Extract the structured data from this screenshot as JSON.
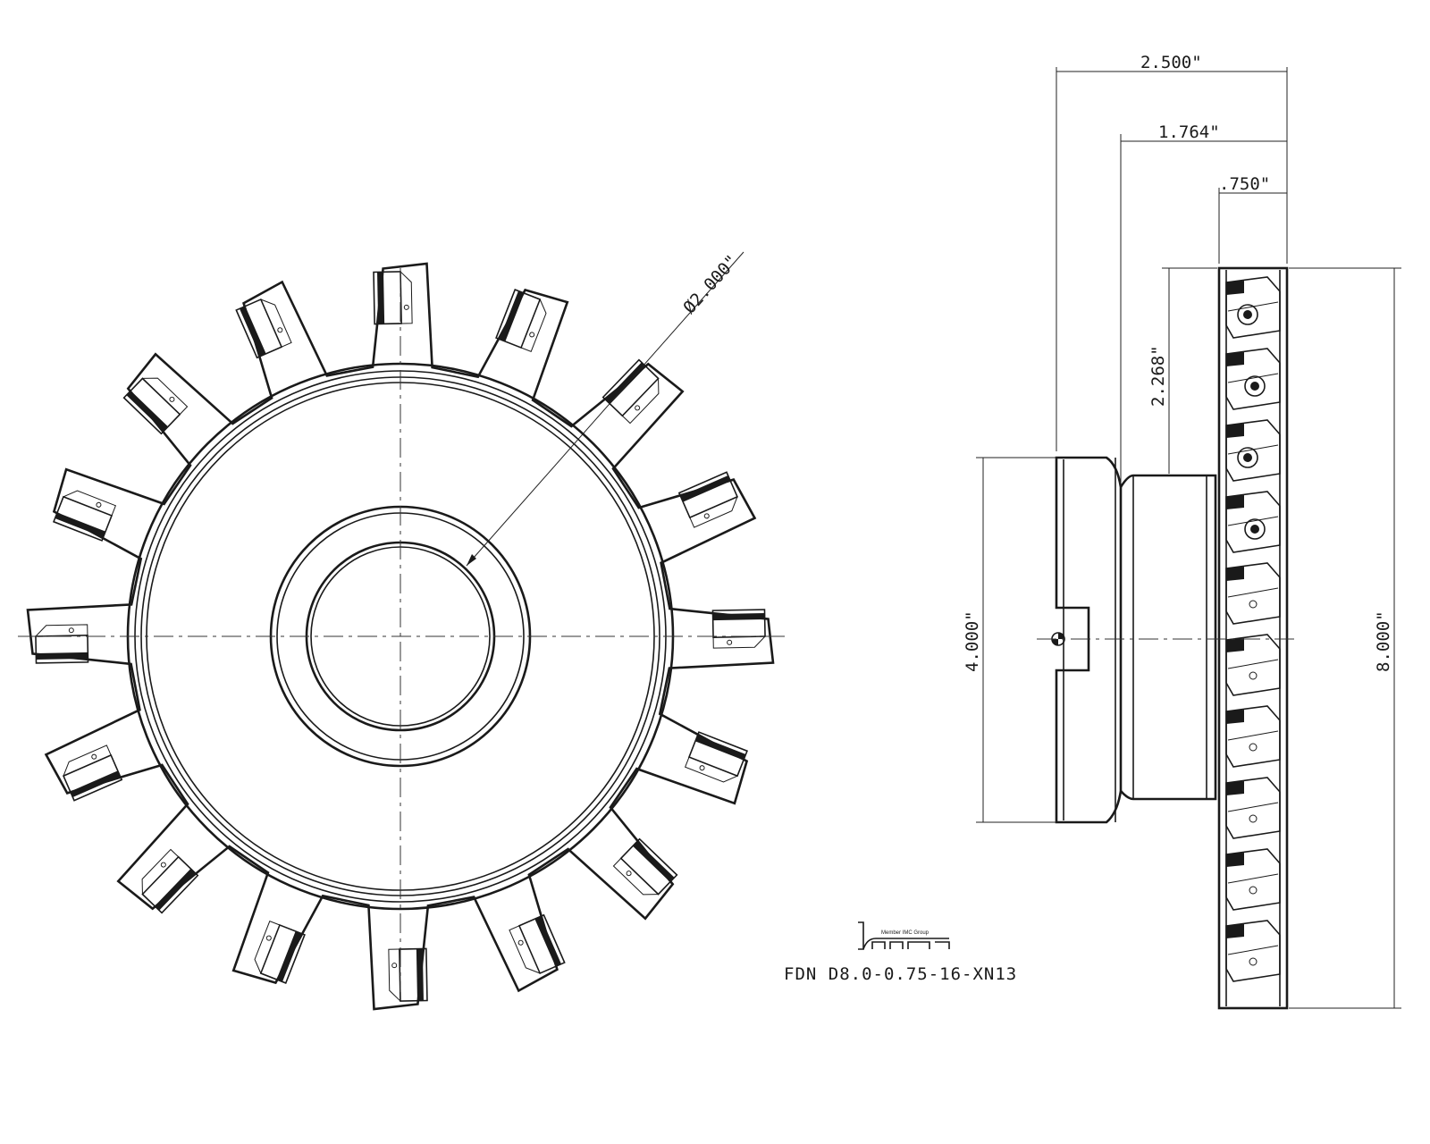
{
  "drawing": {
    "part_number": "FDN D8.0-0.75-16-XN13",
    "brand": {
      "logo_icon": "iscar-logo-icon",
      "tagline": "Member IMC Group"
    },
    "front_view": {
      "teeth_count": 16,
      "dimension_diameter": "Ø2.000\""
    },
    "side_view": {
      "dimension_total_length": "2.500\"",
      "dimension_body_length": "1.764\"",
      "dimension_cutting_width": ".750\"",
      "dimension_shoulder": "2.268\"",
      "dimension_hub_diameter": "4.000\"",
      "dimension_cutter_diameter": "8.000\""
    }
  }
}
